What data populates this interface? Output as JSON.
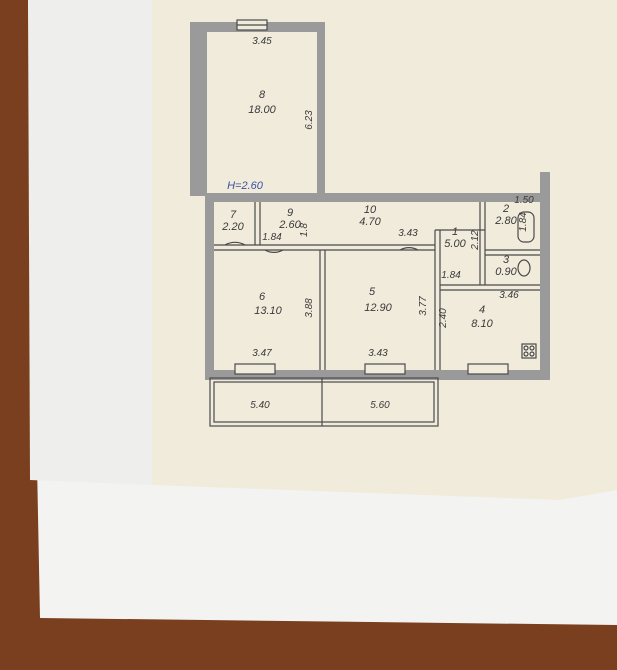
{
  "plan": {
    "ceiling_height_note": "H=2.60",
    "colors": {
      "table": "#7a3f1e",
      "paper_sheet": "#f3f3f1",
      "tracing_paper": "#f1ebdc",
      "wall": "#9a9a9a",
      "line": "#4a4a4a",
      "pen_note": "#3c4fa0"
    },
    "rooms": [
      {
        "number": "8",
        "area": "18.00"
      },
      {
        "number": "7",
        "area": "2.20"
      },
      {
        "number": "9",
        "area": "2.60"
      },
      {
        "number": "10",
        "area": "4.70"
      },
      {
        "number": "1",
        "area": "5.00"
      },
      {
        "number": "2",
        "area": "2.80"
      },
      {
        "number": "3",
        "area": "0.90"
      },
      {
        "number": "6",
        "area": "13.10"
      },
      {
        "number": "5",
        "area": "12.90"
      },
      {
        "number": "4",
        "area": "8.10"
      }
    ],
    "dimensions": {
      "top_width": "3.45",
      "room8_depth": "6.23",
      "room9_width": "1.84",
      "corridor_height": "1.8",
      "corridor_width": "3.43",
      "room1_height": "2.12",
      "room2_width": "1.50",
      "room2_height": "1.84",
      "room3_width": "1.84",
      "room4_width": "3.46",
      "room6_depth": "3.88",
      "room5_depth": "3.77",
      "room4_depth": "2.40",
      "room6_width": "3.47",
      "room5_width": "3.43"
    },
    "balconies": [
      {
        "area": "5.40"
      },
      {
        "area": "5.60"
      }
    ]
  }
}
